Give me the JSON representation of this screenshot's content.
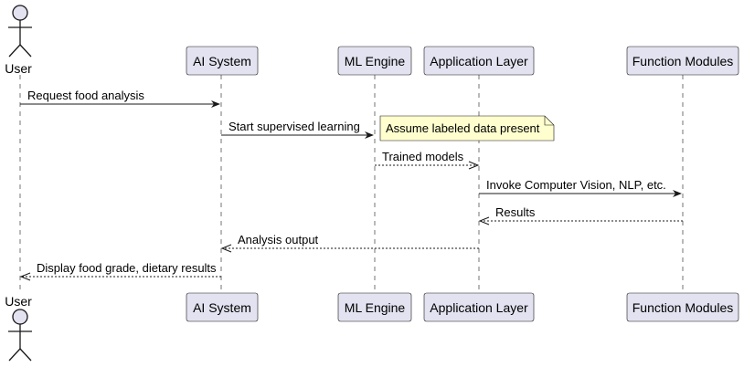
{
  "participants": [
    {
      "id": "user",
      "label": "User",
      "kind": "actor"
    },
    {
      "id": "ai",
      "label": "AI System",
      "kind": "participant"
    },
    {
      "id": "ml",
      "label": "ML Engine",
      "kind": "participant"
    },
    {
      "id": "app",
      "label": "Application Layer",
      "kind": "participant"
    },
    {
      "id": "fm",
      "label": "Function Modules",
      "kind": "participant"
    }
  ],
  "messages": [
    {
      "from": "user",
      "to": "ai",
      "label": "Request food analysis",
      "style": "solid"
    },
    {
      "from": "ai",
      "to": "ml",
      "label": "Start supervised learning",
      "style": "solid"
    },
    {
      "from": "ml",
      "to": "app",
      "label": "Trained models",
      "style": "dashed"
    },
    {
      "from": "app",
      "to": "fm",
      "label": "Invoke Computer Vision, NLP, etc.",
      "style": "solid"
    },
    {
      "from": "fm",
      "to": "app",
      "label": "Results",
      "style": "dashed"
    },
    {
      "from": "app",
      "to": "ai",
      "label": "Analysis output",
      "style": "dashed"
    },
    {
      "from": "ai",
      "to": "user",
      "label": "Display food grade, dietary results",
      "style": "dashed"
    }
  ],
  "note": {
    "text": "Assume labeled data present",
    "attached_to": "ml",
    "at_message": 1
  },
  "colors": {
    "participant_fill": "#e2e2f0",
    "participant_stroke": "#181818",
    "lifeline": "#181818",
    "note_fill": "#fefece",
    "note_stroke": "#181818"
  }
}
